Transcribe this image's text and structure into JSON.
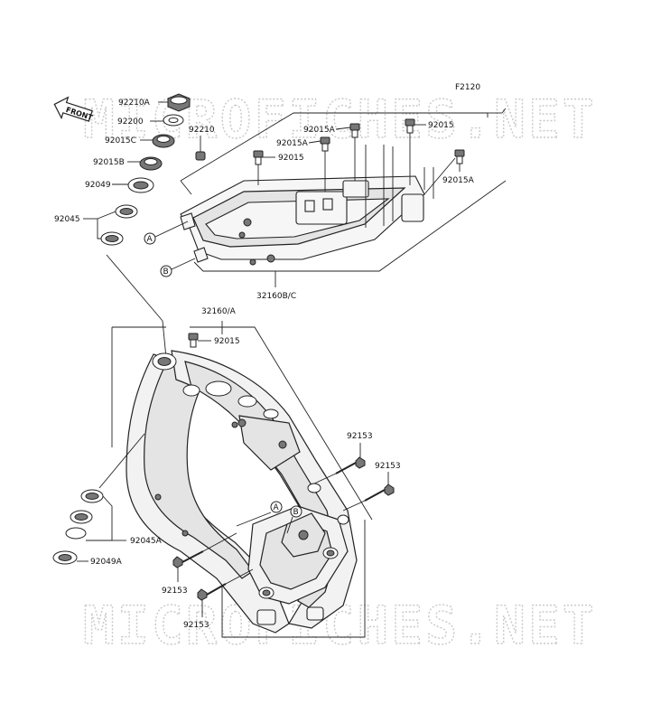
{
  "diagram_ref": "F2120",
  "watermark": "MICROFICHES.NET",
  "front_arrow_label": "FRONT",
  "callouts": {
    "A": "A",
    "B": "B"
  },
  "labels": {
    "p92210A": "92210A",
    "p92200": "92200",
    "p92015C": "92015C",
    "p92210": "92210",
    "p92015B": "92015B",
    "p92049": "92049",
    "p92045": "92045",
    "p92015A_top": "92015A",
    "p92015_top": "92015",
    "p92015A_mid": "92015A",
    "p92015_mid": "92015",
    "p92015A_right": "92015A",
    "p32160BC": "32160B/C",
    "p32160A": "32160/A",
    "p92015_frame": "92015",
    "p92153_a": "92153",
    "p92153_b": "92153",
    "p92045A": "92045A",
    "p92049A": "92049A",
    "p92153_c": "92153",
    "p92153_d": "92153"
  }
}
